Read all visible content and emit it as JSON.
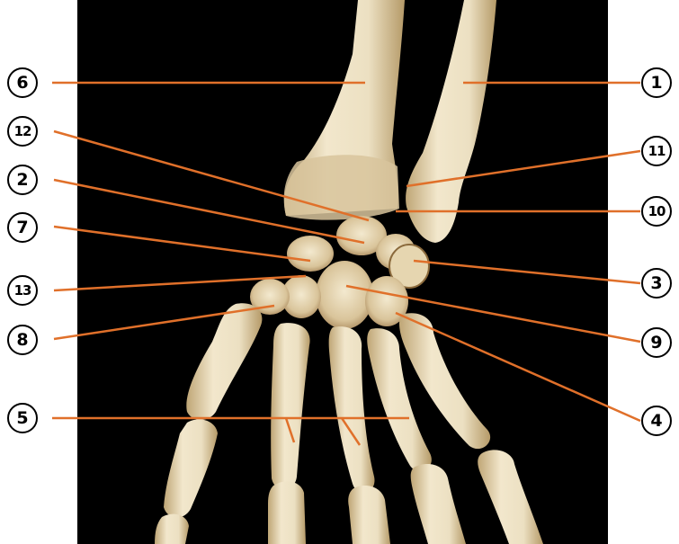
{
  "colors": {
    "background": "#000000",
    "bone": "#e9dcbc",
    "bone_shade": "#c9b48a",
    "leader": "#e0702a",
    "label_ring": "#000000"
  },
  "labels": {
    "l1": "1",
    "l2": "2",
    "l3": "3",
    "l4": "4",
    "l5": "5",
    "l6": "6",
    "l7": "7",
    "l8": "8",
    "l9": "9",
    "l10": "10",
    "l11": "11",
    "l12": "12",
    "l13": "13"
  }
}
